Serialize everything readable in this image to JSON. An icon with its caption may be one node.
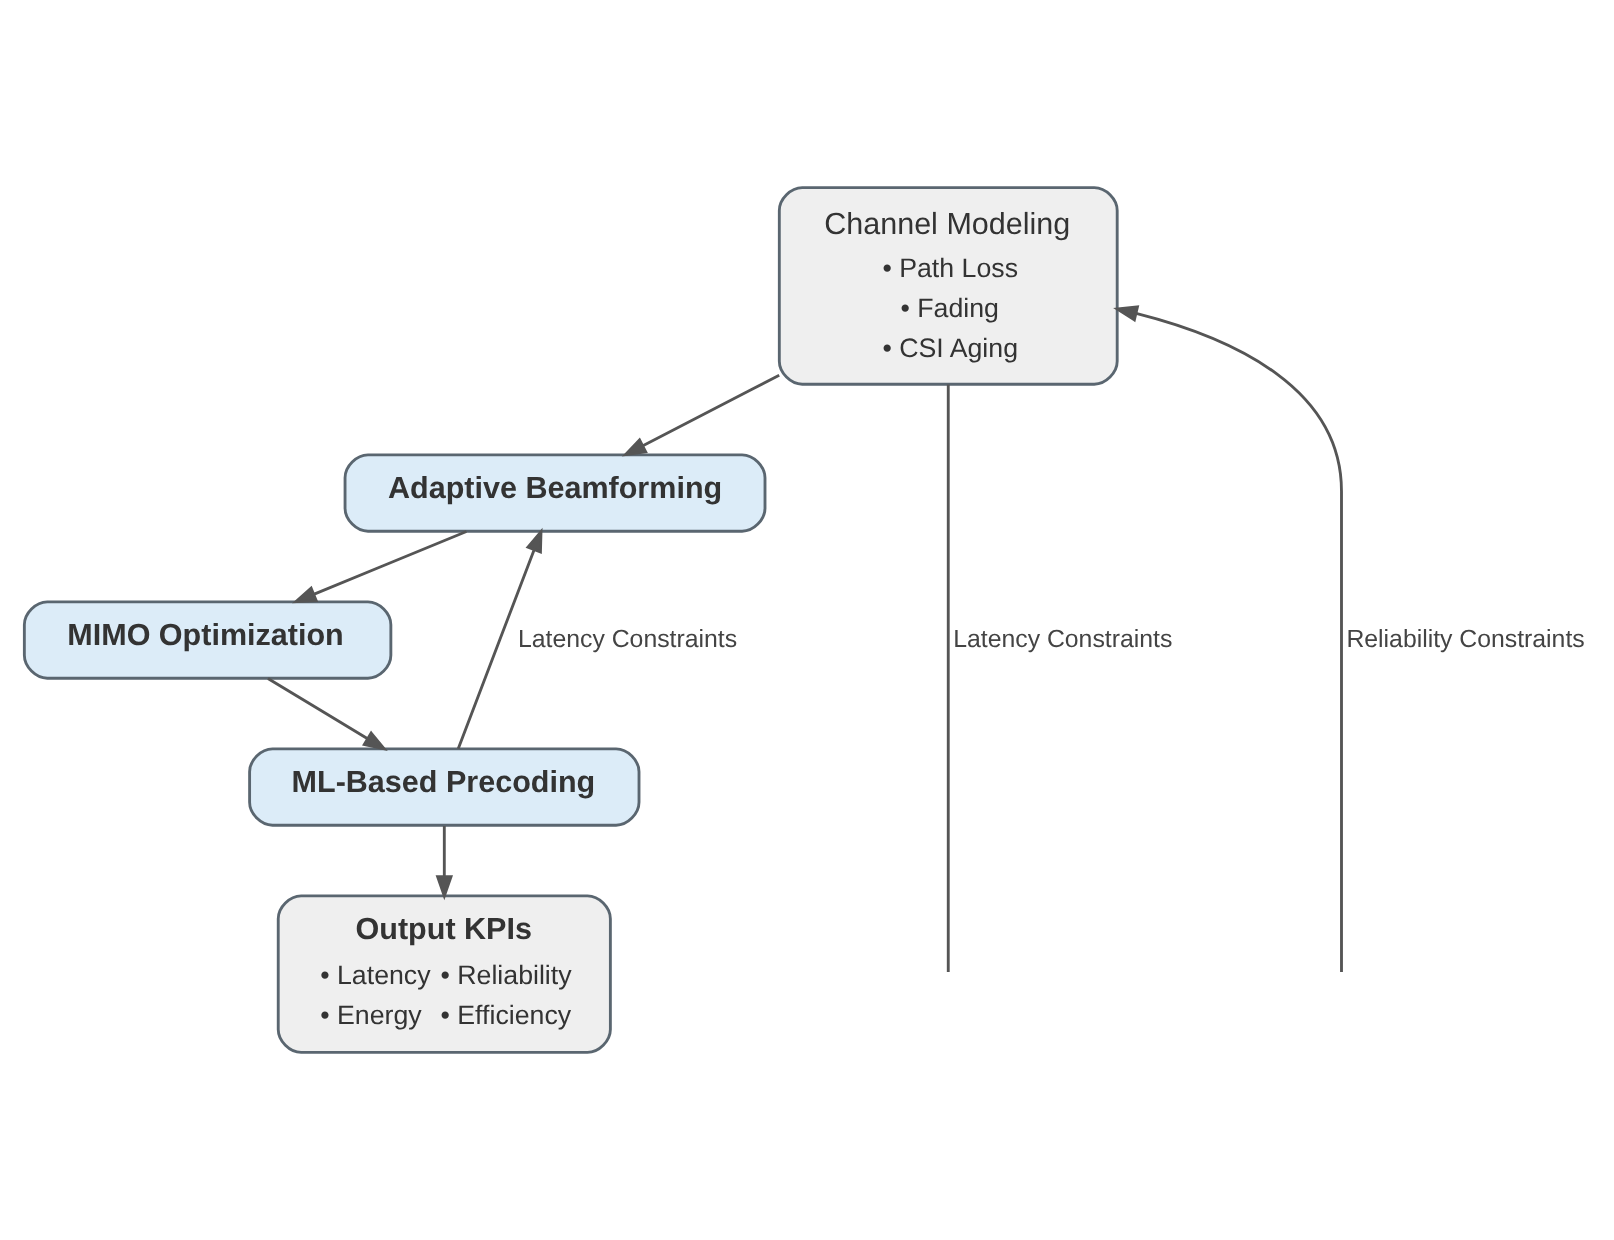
{
  "diagram": {
    "nodes": [
      {
        "text": [
          "Channel Modeling",
          "• Path Loss",
          "• Fading",
          "• CSI Aging"
        ]
      },
      {
        "text": [
          "Adaptive Beamforming"
        ]
      },
      {
        "text": [
          "MIMO Optimization"
        ]
      },
      {
        "text": [
          "ML-Based Precoding"
        ]
      },
      {
        "text": [
          "Output KPIs",
          "• Latency",
          "• Reliability",
          "• Energy",
          "• Efficiency"
        ]
      }
    ],
    "edges": [
      {
        "from": 0,
        "to": 1,
        "arrow": "to"
      },
      {
        "from": 1,
        "to": 2,
        "arrow": "to"
      },
      {
        "from": 2,
        "to": 3,
        "arrow": "to"
      },
      {
        "from": 3,
        "to": 1,
        "arrow": "to",
        "label": "Latency Constraints"
      },
      {
        "from": 3,
        "to": 4,
        "arrow": "to"
      },
      {
        "from": null,
        "to": 0,
        "arrow": "to",
        "label": "Reliability Constraints"
      },
      {
        "from": 0,
        "to": null,
        "arrow": "none",
        "label": "Latency Constraints"
      }
    ]
  }
}
